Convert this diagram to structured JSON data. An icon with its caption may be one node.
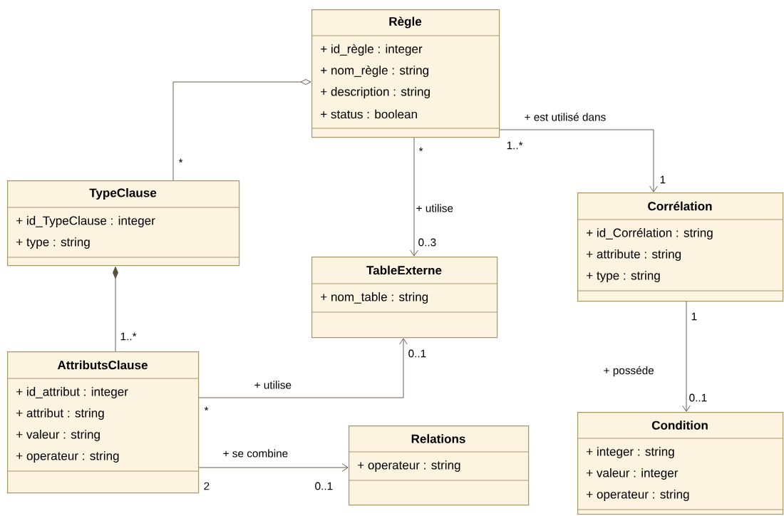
{
  "diagram": {
    "nodes": [
      {
        "text": [
          "Règle",
          "+ id_règle : integer",
          "+ nom_règle : string",
          "+ description : string",
          "+ status : boolean"
        ]
      },
      {
        "text": [
          "TypeClause",
          "+ id_TypeClause : integer",
          "+ type : string"
        ]
      },
      {
        "text": [
          "Corrélation",
          "+ id_Corrélation : string",
          "+ attribute : string",
          "+ type : string"
        ]
      },
      {
        "text": [
          "TableExterne",
          "+ nom_table : string"
        ]
      },
      {
        "text": [
          "AttributsClause",
          "+ id_attribut : integer",
          "+ attribut : string",
          "+ valeur : string",
          "+ operateur : string"
        ]
      },
      {
        "text": [
          "Relations",
          "+ operateur : string"
        ]
      },
      {
        "text": [
          "Condition",
          "+ integer : string",
          "+ valeur : integer",
          "+ operateur : string"
        ]
      }
    ],
    "edges": [
      {
        "from": 1,
        "to": 0,
        "arrow": "other"
      },
      {
        "from": 0,
        "to": 2,
        "arrow": "to",
        "label": "+ est utilisé dans"
      },
      {
        "from": 0,
        "to": 3,
        "arrow": "to",
        "label": "+ utilise"
      },
      {
        "from": 4,
        "to": 1,
        "arrow": "other"
      },
      {
        "from": 4,
        "to": 3,
        "arrow": "to",
        "label": "+ utilise"
      },
      {
        "from": 4,
        "to": 5,
        "arrow": "to",
        "label": "+ se combine"
      },
      {
        "from": 2,
        "to": 6,
        "arrow": "to",
        "label": "+ posséde"
      }
    ],
    "labels": [
      "*",
      "1..*",
      "*",
      "1",
      "0..3",
      "1..*",
      "0..1",
      "1",
      "*",
      "0..1",
      "2",
      "0..1"
    ]
  }
}
